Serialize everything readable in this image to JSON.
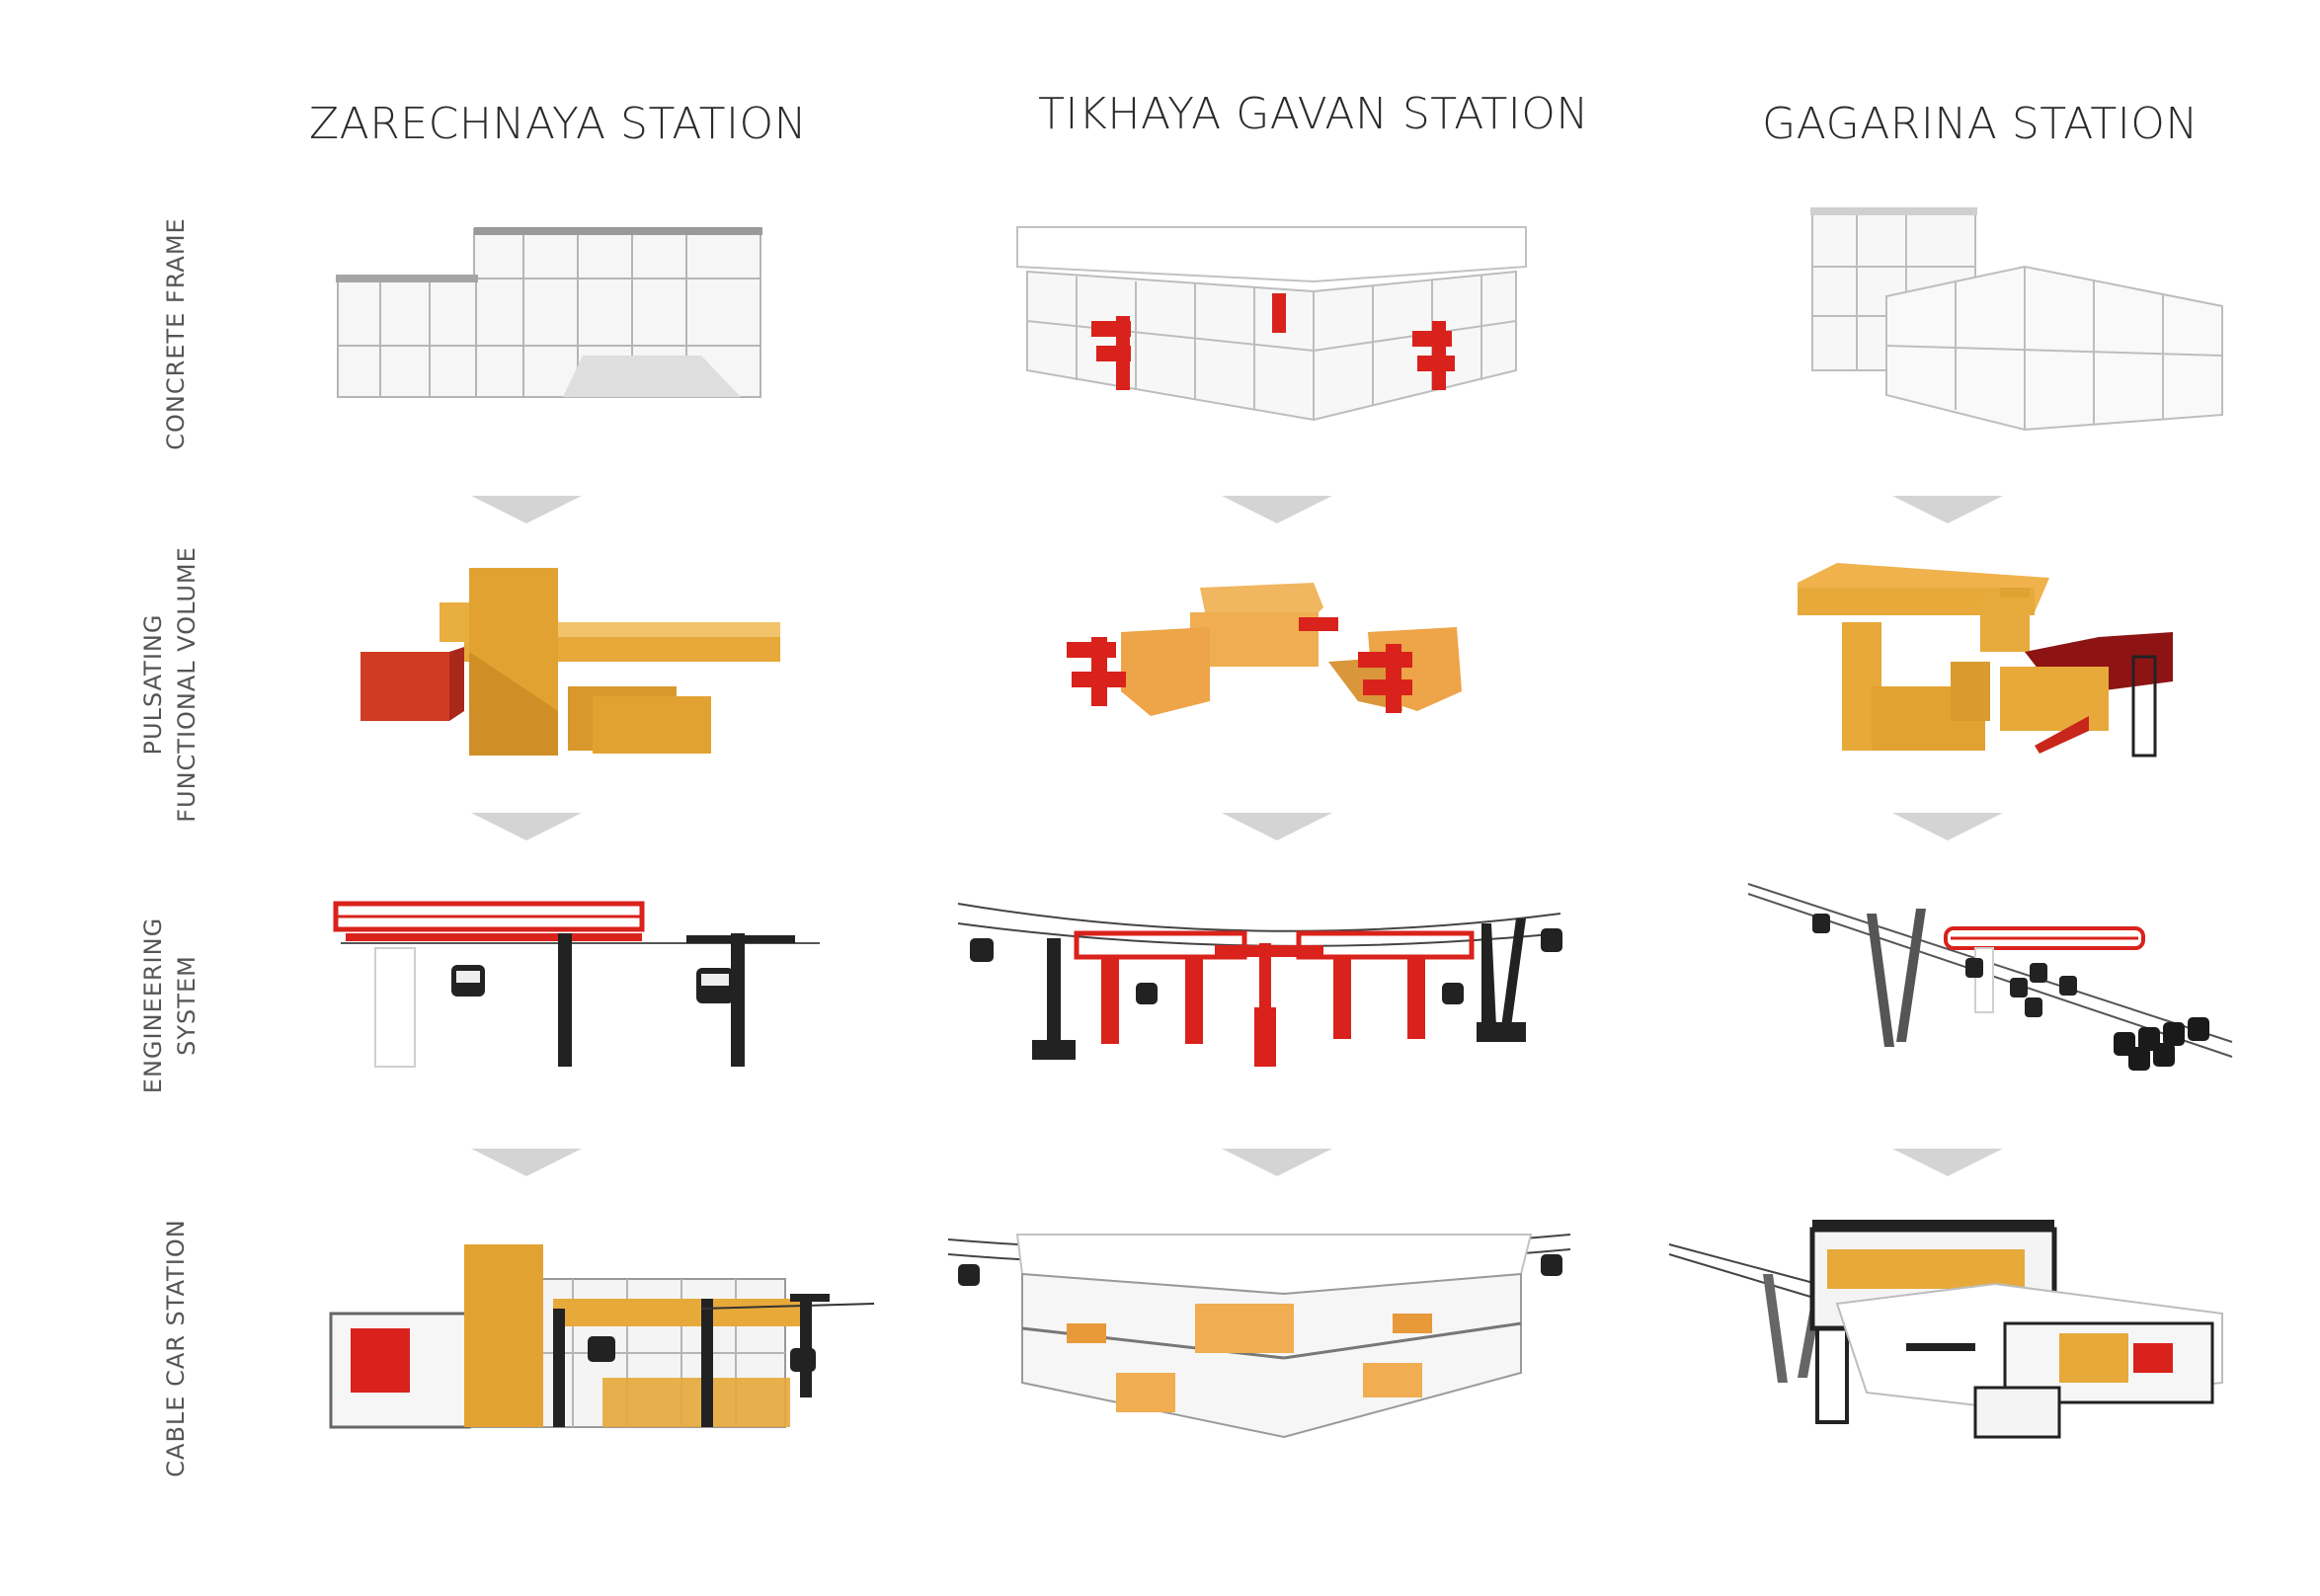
{
  "columns": [
    {
      "title": "ZARECHNAYA STATION"
    },
    {
      "title": "TIKHAYA GAVAN STATION"
    },
    {
      "title": "GAGARINA STATION"
    }
  ],
  "rows": [
    {
      "label_lines": [
        "CONCRETE FRAME"
      ]
    },
    {
      "label_lines": [
        "PULSATING",
        "FUNCTIONAL VOLUME"
      ]
    },
    {
      "label_lines": [
        "ENGINEERING",
        "SYSTEM"
      ]
    },
    {
      "label_lines": [
        "CABLE CAR STATION"
      ]
    }
  ],
  "colors": {
    "frame": "#f2f2f2",
    "frame_line": "#b0b0b0",
    "volume_yellow": "#e7a93a",
    "volume_orange": "#f0ad52",
    "accent_red": "#d9221c",
    "dark_red": "#8e1414",
    "cable_black": "#222222",
    "arrow_grey": "#d4d4d4"
  }
}
